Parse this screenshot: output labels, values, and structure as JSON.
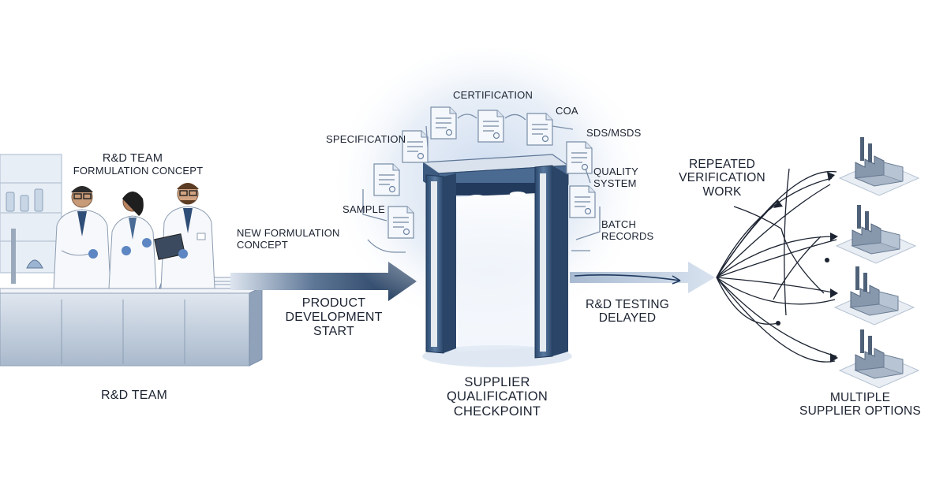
{
  "labels": {
    "rd_team_top": "R&D TEAM",
    "formulation_concept": "FORMULATION CONCEPT",
    "new_formulation_line1": "NEW FORMULATION",
    "new_formulation_line2": "CONCEPT",
    "product_dev_line1": "PRODUCT",
    "product_dev_line2": "DEVELOPMENT",
    "product_dev_line3": "START",
    "rd_team_bottom": "R&D TEAM",
    "certification": "CERTIFICATION",
    "coa": "COA",
    "sds_msds": "SDS/MSDS",
    "specification": "SPECIFICATION",
    "quality_line1": "QUALITY",
    "quality_line2": "SYSTEM",
    "sample": "SAMPLE",
    "batch_line1": "BATCH",
    "batch_line2": "RECORDS",
    "checkpoint_line1": "SUPPLIER",
    "checkpoint_line2": "QUALIFICATION",
    "checkpoint_line3": "CHECKPOINT",
    "testing_line1": "R&D TESTING",
    "testing_line2": "DELAYED",
    "repeated_line1": "REPEATED",
    "repeated_line2": "VERIFICATION",
    "repeated_line3": "WORK",
    "multiple_line1": "MULTIPLE",
    "multiple_line2": "SUPPLIER OPTIONS"
  },
  "icons": {
    "scientists": "scientist-group-icon",
    "gate": "checkpoint-gate-icon",
    "document": "document-icon",
    "factory": "factory-icon"
  },
  "colors": {
    "navy": "#1f3a5f",
    "steel": "#6f87a6",
    "pale_blue": "#c9d6e6",
    "glow": "#dce7f5",
    "text": "#1c2331"
  }
}
